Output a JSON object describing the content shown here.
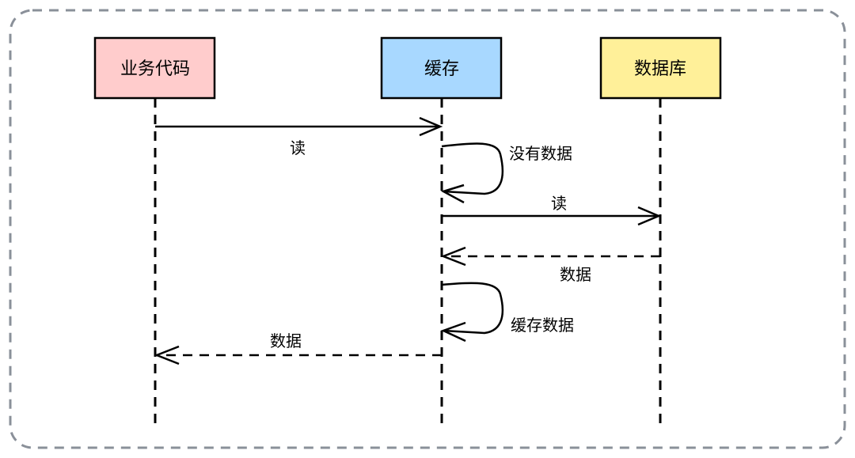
{
  "participants": [
    {
      "id": "business",
      "label": "业务代码",
      "color": "#ffcccc"
    },
    {
      "id": "cache",
      "label": "缓存",
      "color": "#a8d8ff"
    },
    {
      "id": "db",
      "label": "数据库",
      "color": "#fff099"
    }
  ],
  "messages": [
    {
      "from": "business",
      "to": "cache",
      "label": "读",
      "style": "solid"
    },
    {
      "from": "cache",
      "to": "cache",
      "label": "没有数据",
      "style": "self"
    },
    {
      "from": "cache",
      "to": "db",
      "label": "读",
      "style": "solid"
    },
    {
      "from": "db",
      "to": "cache",
      "label": "数据",
      "style": "dashed"
    },
    {
      "from": "cache",
      "to": "cache",
      "label": "缓存数据",
      "style": "self"
    },
    {
      "from": "cache",
      "to": "business",
      "label": "数据",
      "style": "dashed"
    }
  ],
  "frame_color": "#8a9099"
}
